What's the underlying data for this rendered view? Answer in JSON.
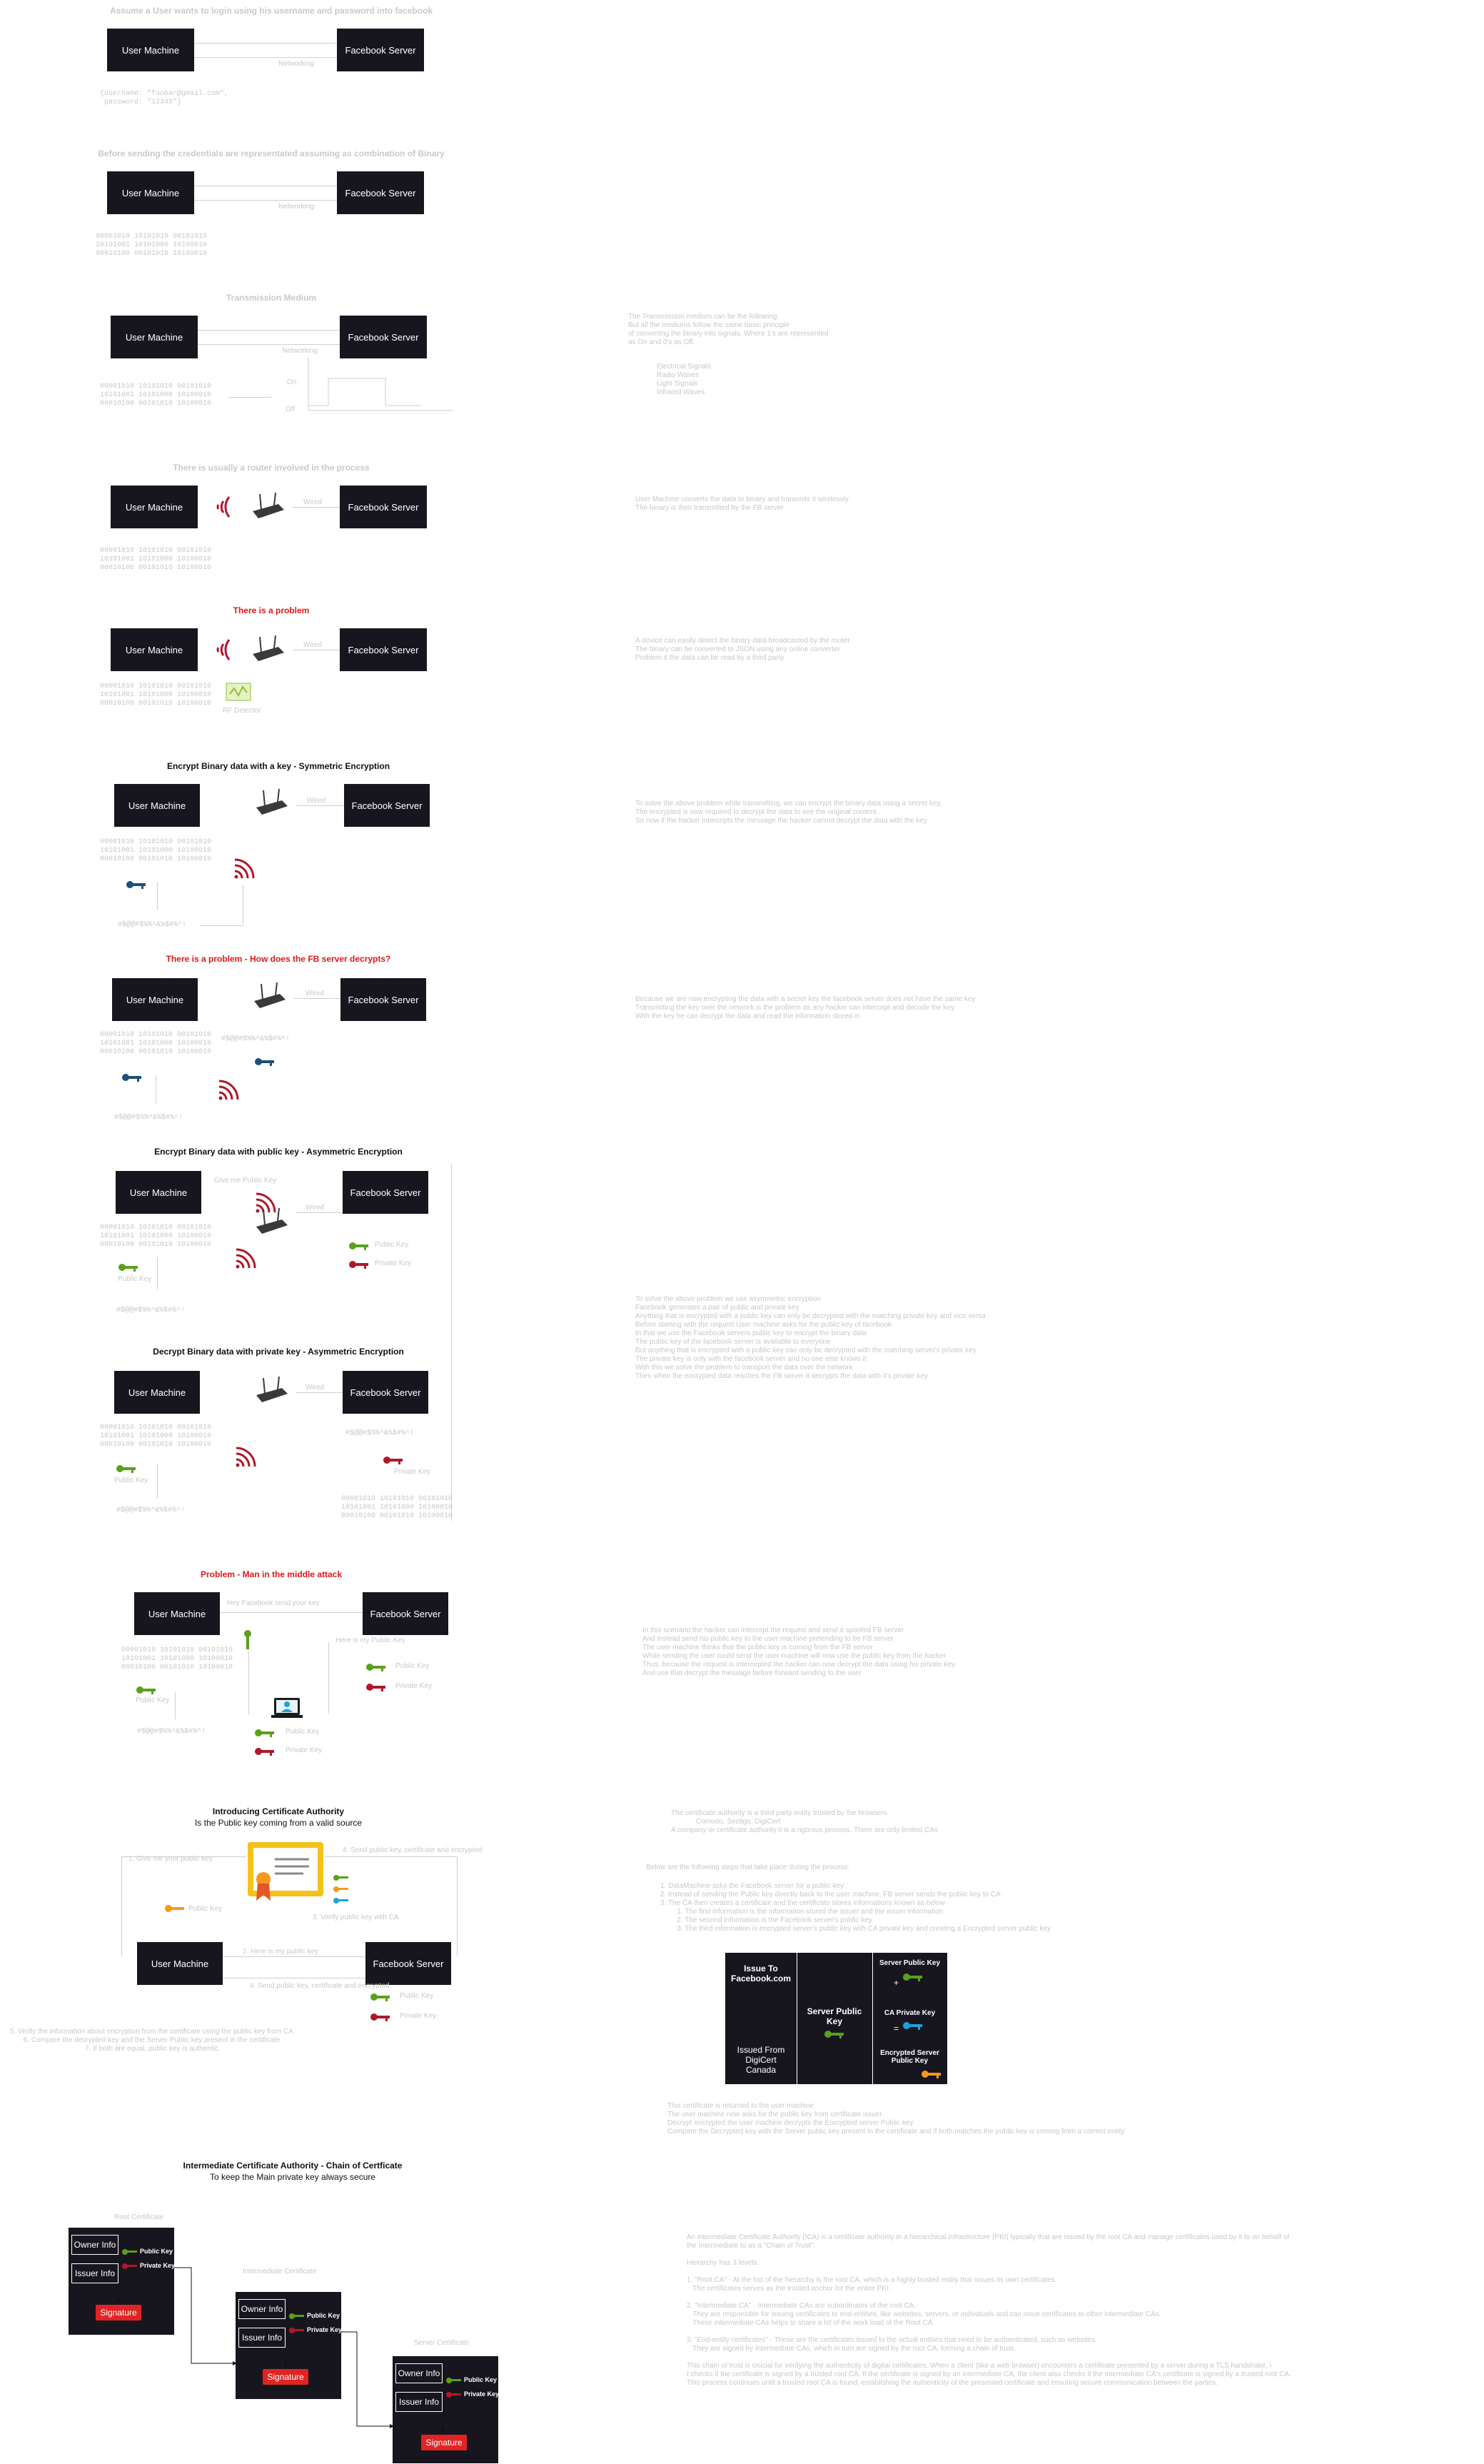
{
  "labels": {
    "user_machine": "User Machine",
    "facebook_server": "Facebook Server",
    "public_key": "Public Key",
    "private_key": "Private Key",
    "signature": "Signature",
    "owner_info": "Owner Info",
    "issuer_info": "Issuer Info"
  },
  "sections": {
    "s1": {
      "title": "Assume a User  wants to login using his username and password into facebook",
      "arrow": "Networking",
      "body": "{username: \"foobar@gmail.com\",\n password: \"12345\"}"
    },
    "s2": {
      "title": "Before sending the credentials are representated assuming as combination of Binary",
      "arrow": "Networking",
      "body": "00001010 10101010 00101010\n10101001 10101000 10100010\n00010100 00101010 10100010"
    },
    "s3": {
      "title": "Transmission Medium",
      "arrow": "Networking",
      "body": "00001010 10101010 00101010\n10101001 10101000 10100010\n00010100 00101010 10100010",
      "on": "On",
      "off": "Off",
      "note": "The Transmission medium can be the following.\nBut all the mediums follow the same basic principle\nof converting the binary into signals. Where 1's are represented\nas On and 0's as Off.",
      "bullets": [
        "Electrical Signals",
        "Radio Waves",
        "Light Signals",
        "Infrared Waves"
      ]
    },
    "s4": {
      "title": "There is usually a router involved in the process",
      "arrow": "Wired",
      "body": "00001010 10101010 00101010\n10101001 10101000 10100010\n00010100 00101010 10100010",
      "bullets": [
        "User Machine converts the data to binary and transmits it wirelessly",
        "The binary is then transmitted by the FB server"
      ]
    },
    "s5": {
      "title": "There is a problem",
      "arrow": "Wired",
      "body": "00001010 10101010 00101010\n10101001 10101000 10100010\n00010100 00101010 10100010",
      "device": "RF Detector",
      "bullets": [
        "A device can easily detect the binary data broadcasted by the router",
        "The binary can be converted to JSON using any online converter",
        "Problem it the data can be read by a third party"
      ]
    },
    "s6": {
      "title": "Encrypt Binary data with a key - Symmetric Encryption",
      "arrow": "Wired",
      "body": "00001010 10101010 00101010\n10101001 10101000 10100010\n00010100 00101010 10100010",
      "encrypted": "#$@@#$%%^&%$#%^!",
      "bullets": [
        "To solve the above problem while transmitting, we can encrypt the binary data using a secret key.",
        "The encrypted is now required to decrypt the data to see the original content.",
        "So now if the hacker intercepts the message the hacker cannot decrypt the data with the key"
      ]
    },
    "s7": {
      "title": "There is a problem - How does the FB server decrypts?",
      "arrow": "Wired",
      "body": "00001010 10101010 00101010\n10101001 10101000 10100010\n00010100 00101010 10100010",
      "encrypted": "#$@@#$%%^&%$#%^!",
      "server_side": "#$@@#$%%^&%$#%^!",
      "bullets": [
        "Because we are now encrypting the data with a secret key the facebook server does not have the same key",
        "Transmitting the key over the network is the problem as any hacker can intercept and decode the key.",
        "With the key he can decrypt the data and read the information stored in"
      ]
    },
    "s8": {
      "title": "Encrypt Binary data with public key - Asymmetric Encryption",
      "arrow": "Wired",
      "top": "Give me Public Key",
      "body": "00001010 10101010 00101010\n10101001 10101000 10100010\n00010100 00101010 10100010",
      "encrypted": "#$@@#$%%^&%$#%^!"
    },
    "s9": {
      "title": "Decrypt Binary data with private key - Asymmetric Encryption",
      "arrow": "Wired",
      "body": "00001010 10101010 00101010\n10101001 10101000 10100010\n00010100 00101010 10100010",
      "encrypted": "#$@@#$%%^&%$#%^!",
      "server_side": "#$@@#$%%^&%$#%^!",
      "bullets": [
        "To solve the above problem we use asymmetric encryption",
        "Facebook generates a pair of public and private key",
        "Anything that is encrypted with a public key can only be decrypted with the matching private key and vice versa",
        "Before starting with the request User machine asks for the public key of facebook",
        "In that we use the Facebook servers public key to encrypt the binary data",
        "The public key of the facebook server is available to everyone",
        "But anything that is encrypted with a public key can only be decrypted with the matching server's private key",
        "The private key is only with the facebook server and no one else knows it",
        "With this we solve the problem to transport the data over the network",
        "Then when the encrypted data reaches the FB server it decrypts the data with it's private key"
      ]
    },
    "s10": {
      "title": "Problem - Man in the middle attack",
      "top": "Hey Facebook send your key",
      "left_arrow": "Here is my Public Key",
      "body": "00001010 10101010 00101010\n10101001 10101000 10100010\n00010100 00101010 10100010",
      "encrypted": "#$@@#$%%^&%$#%^!",
      "bullets": [
        "In this scenario the hacker can intercept the request and send a spoofed FB server",
        "And instead send his public key to the user machine pretending to be FB server",
        "The user machine thinks that the public key is coming from the FB server",
        "While sending the user could send the user machine will now use the public key from the hacker",
        "Thus, because the request is intercepted the hacker can now decrypt the data using his private key",
        "And use that decrypt the message before forward sending to the user"
      ]
    },
    "s11": {
      "title": "Introducing Certificate Authority",
      "subtitle": "Is the Public key coming from a valid source",
      "step1": "1. Give me your public key",
      "step2": "2. Here is my public key",
      "step3": "3. Verify public key with CA",
      "step4": "4. Send public key, certificate and encrypted",
      "step5": "5. Verify the information about encryption from the certificate using the public key from CA\n6. Compare the decrypted key and the Server Public key present in the certificate\n7. If both are equal, public key is authentic",
      "bullets_top": [
        "The certificate authority is a third party entity trusted by the browsers",
        "Comodo, Sectigo, DigiCert",
        "A company or certificate authority it is a rigorous process. There are only limited CAs"
      ],
      "steps_title": "Below are the following steps that take place during the process.",
      "steps": [
        "1. DataMachine asks the Facebook server for a public key",
        "2. Instead of sending the Public key directly back to the user machine, FB server sends the public key to CA",
        "3. The CA then creates a certificate and the certificate stores informations known as below",
        "   1. The first information is the information stored the issuer and the issuer information",
        "   2. The second information is the Facebook server's public key",
        "   3. The third information is encrypted server's public key with CA private key and creating a Encrypted server public key"
      ],
      "bullets_bottom": [
        "This certificate is returned to the user machine",
        "The user machine now asks for the public key from certificate issuer",
        "Decrypt encrypted the user machine decrypts the Encrypted server Public key",
        "Compare the Decrypted key with the Server public key present in the certificate and if both matches the public key is coming from a correct entity"
      ],
      "cert": {
        "issue_to": "Issue To\nFacebook.com",
        "issued_from": "Issued From\nDigiCert\nCanada",
        "server_public_key": "Server Public\nKey",
        "right_top": "Server Public Key",
        "right_mid": "CA Private Key",
        "right_bottom": "Encrypted Server\nPublic Key",
        "plus": "+",
        "eq": "="
      }
    },
    "s12": {
      "title": "Intermediate Certificate Authority - Chain of Certficate",
      "subtitle": "To keep the Main private key always secure",
      "root": "Root Certificate",
      "intermediate": "Intermediate Certificate",
      "server": "Server Certificate",
      "note": "An intermediate Certificate Authority (ICA) is a certificate authority in a hierarchical Infrastructure (PKI) typically that are issued by the root CA and manage certificates used by it to on behalf of\nthe Intermediate to as a \"Chain of Trust\".\n\nHierarchy has 3 levels:\n\n1. \"Root CA\" - At the top of the hierarchy is the root CA, which is a highly trusted entity that issues its own certificates.\n   The certificates serves as the trusted anchor for the entire PKI.\n\n2. \"Intermediate CA\" - Intermediate CAs are subordinates of the root CA.\n   They are responsible for issuing certificates to end-entities, like websites, servers, or individuals and can issue certificates to other intermediate CAs.\n   These intermediate CAs helps to share a lot of the work load of the Root CA.\n\n3. \"End-entity certificates\" - These are the certificates issued to the actual entities that need to be authenticated, such as websites.\n   They are signed by intermediate CAs, which in turn are signed by the root CA, forming a chain of trust.\n\nThis chain of trust is crucial for verifying the authenticity of digital certificates. When a client (like a web browser) encounters a certificate presented by a server during a TLS handshake, i\nt checks if the certificate is signed by a trusted root CA. If the certificate is signed by an intermediate CA, the client also checks if the intermediate CA's certificate is signed by a trusted root CA.\nThis process continues until a trusted root CA is found, establishing the authenticity of the presented certificate and ensuring secure communication between the parties."
    }
  },
  "colors": {
    "box": "#17161f",
    "red": "#e01818",
    "key_green": "#5aa01c",
    "key_red": "#b0172a",
    "key_blue": "#1c4f7a",
    "key_blue2": "#1ea3d8",
    "key_orange": "#f39a1c",
    "gold": "#f4c21a",
    "router": "#3a3a3a",
    "wifi": "#b0172a"
  }
}
